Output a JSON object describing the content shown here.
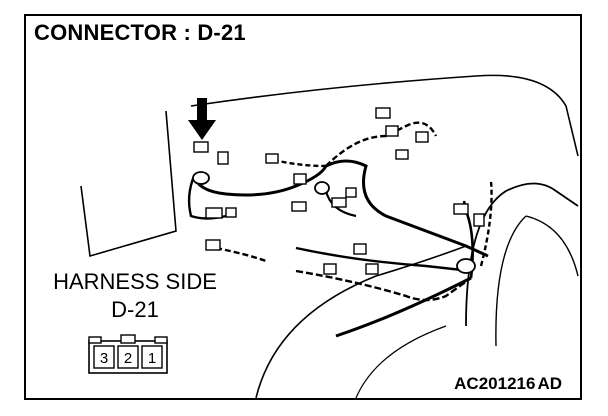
{
  "title": "CONNECTOR : D-21",
  "harness": {
    "line1": "HARNESS SIDE",
    "line2": "D-21"
  },
  "connector_pins": [
    "3",
    "2",
    "1"
  ],
  "code": {
    "main": "AC201216",
    "suffix": "AD"
  }
}
